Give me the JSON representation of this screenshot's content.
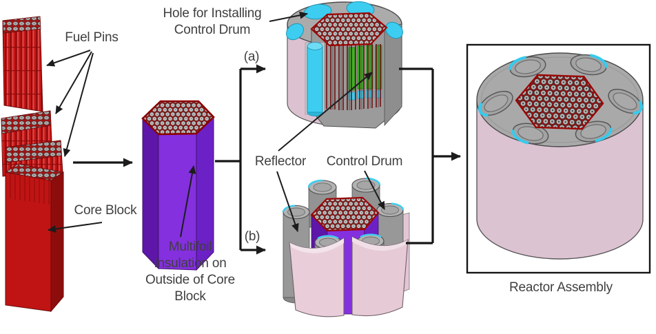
{
  "labels": {
    "fuel_pins": "Fuel Pins",
    "hole_for_installing_control_drum": "Hole for Installing Control Drum",
    "core_block": "Core Block",
    "multifoil_insulation": "Multifoil Insulation on Outside of Core Block",
    "view_a": "(a)",
    "view_b": "(b)",
    "reflector": "Reflector",
    "control_drum": "Control Drum",
    "reactor_assembly": "Reactor Assembly"
  },
  "colors": {
    "fuel_pin_red": "#c31616",
    "fuel_pin_dark_red": "#7c0909",
    "core_block_red": "#c01414",
    "insulation_purple": "#8430df",
    "reflector_pink": "#ddc2d2",
    "structure_gray": "#a9a9a9",
    "control_drum_cyan": "#3dcdf0",
    "fuel_green": "#3cb427",
    "pin_top_gray": "#bcbcbc",
    "arrow_black": "#1c1c1c",
    "text_gray": "#3f3f3f",
    "background": "#ffffff"
  }
}
